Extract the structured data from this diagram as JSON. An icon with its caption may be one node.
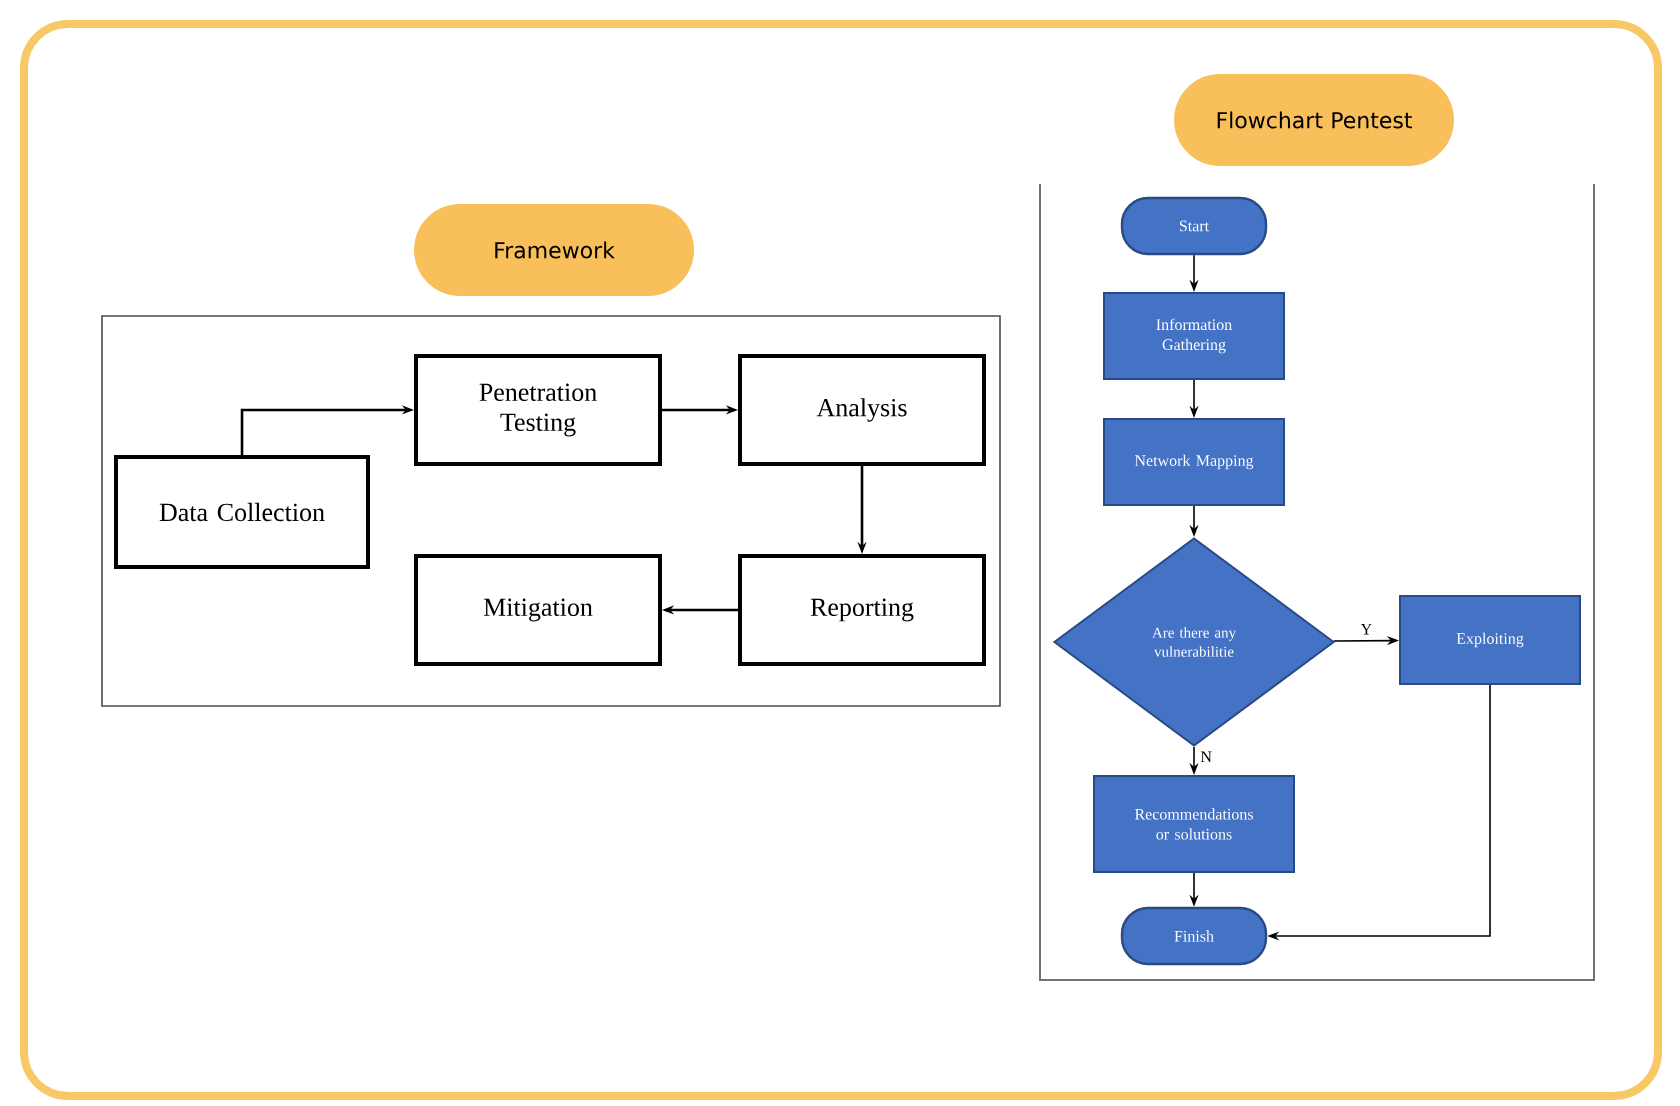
{
  "diagram": {
    "nodes": [
      {
        "text": [
          "Framework"
        ]
      },
      {
        "text": [
          "Data Collection"
        ]
      },
      {
        "text": [
          "Penetration Testing"
        ]
      },
      {
        "text": [
          "Analysis"
        ]
      },
      {
        "text": [
          "Mitigation"
        ]
      },
      {
        "text": [
          "Reporting"
        ]
      },
      {
        "text": [
          "Flowchart Pentest"
        ]
      },
      {
        "text": [
          "Start"
        ]
      },
      {
        "text": [
          "Information Gathering"
        ]
      },
      {
        "text": [
          "Network Mapping"
        ]
      },
      {
        "text": [
          "Are there any vulnerabilitie"
        ]
      },
      {
        "text": [
          "Exploiting"
        ]
      },
      {
        "text": [
          "Recommendations or solutions"
        ]
      },
      {
        "text": [
          "Finish"
        ]
      }
    ],
    "edges": [
      {
        "from": 1,
        "to": 2,
        "arrow": "to"
      },
      {
        "from": 2,
        "to": 3,
        "arrow": "to"
      },
      {
        "from": 3,
        "to": 5,
        "arrow": "to"
      },
      {
        "from": 5,
        "to": 4,
        "arrow": "to"
      },
      {
        "from": 7,
        "to": 8,
        "arrow": "to"
      },
      {
        "from": 8,
        "to": 9,
        "arrow": "to"
      },
      {
        "from": 9,
        "to": 10,
        "arrow": "to"
      },
      {
        "from": 10,
        "to": 11,
        "arrow": "to",
        "label": "Y"
      },
      {
        "from": 10,
        "to": 12,
        "arrow": "to",
        "label": "N"
      },
      {
        "from": 12,
        "to": 13,
        "arrow": "to"
      },
      {
        "from": 11,
        "to": 13,
        "arrow": "to"
      }
    ]
  }
}
